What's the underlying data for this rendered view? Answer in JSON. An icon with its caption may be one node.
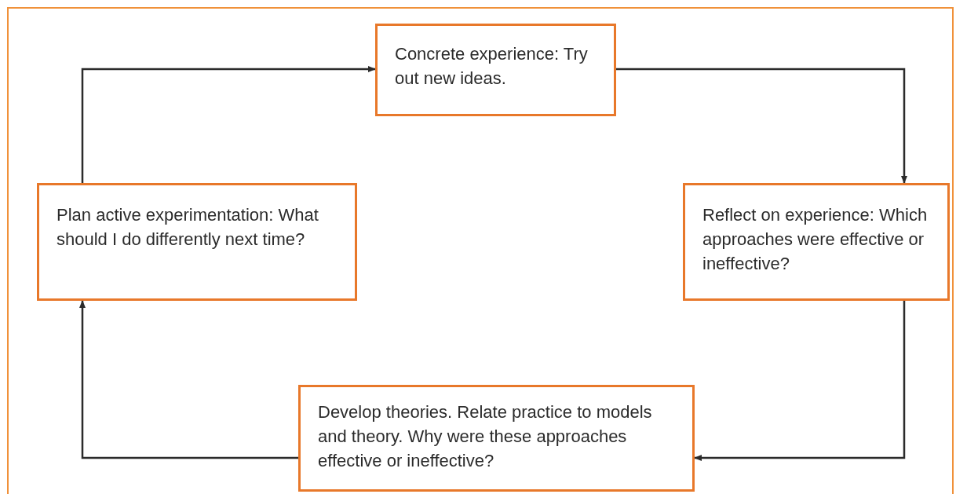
{
  "diagram": {
    "nodes": [
      {
        "text": [
          "Concrete experience: Try out new ideas."
        ]
      },
      {
        "text": [
          "Reflect on experience: Which approaches were effective or ineffective?"
        ]
      },
      {
        "text": [
          "Develop theories. Relate practice to models and theory. Why were these approaches effective or ineffective?"
        ]
      },
      {
        "text": [
          "Plan active experimentation: What should I do differently next time?"
        ]
      }
    ],
    "edges": [
      {
        "from": 3,
        "to": 0,
        "arrow": "to"
      },
      {
        "from": 0,
        "to": 1,
        "arrow": "to"
      },
      {
        "from": 1,
        "to": 2,
        "arrow": "to"
      },
      {
        "from": 2,
        "to": 3,
        "arrow": "to"
      }
    ]
  }
}
